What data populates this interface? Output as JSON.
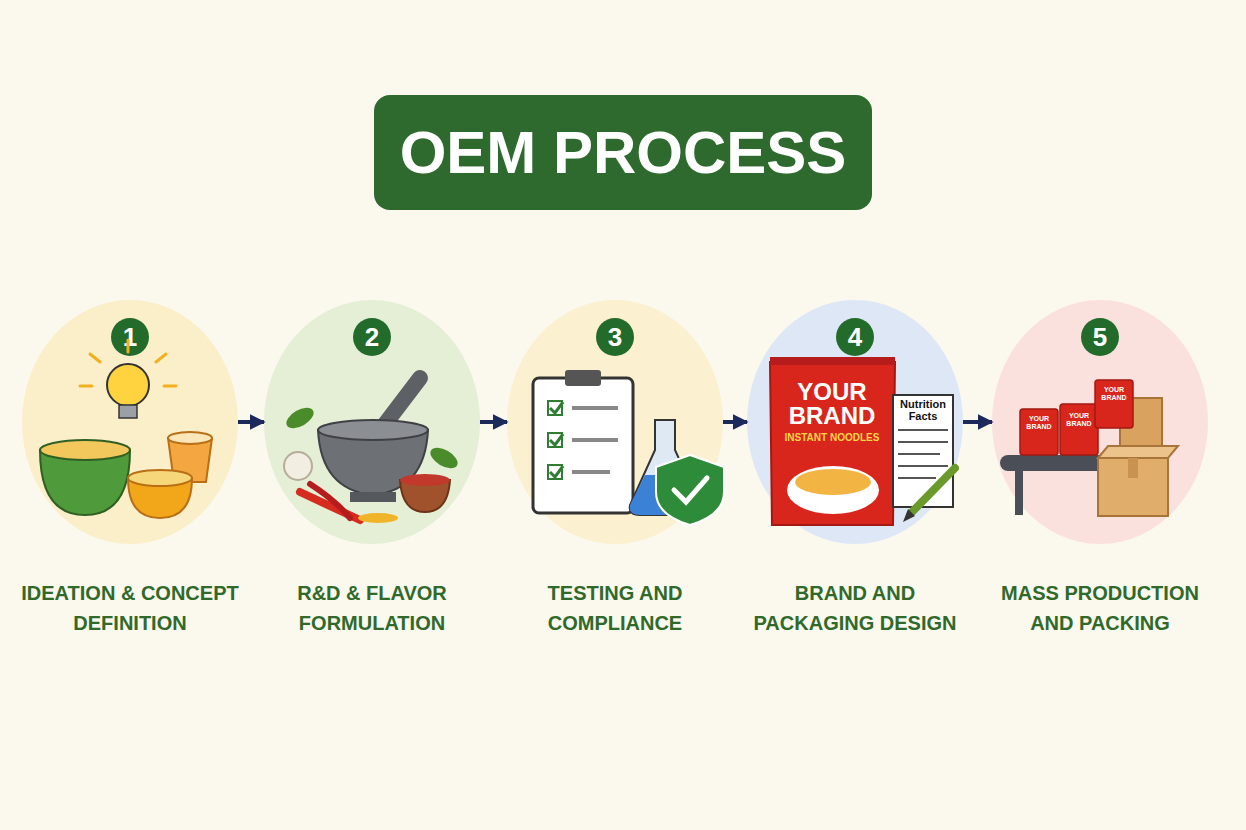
{
  "diagram": {
    "title": "OEM PROCESS",
    "nodes": [
      {
        "text": [
          "IDEATION & CONCEPT DEFINITION"
        ]
      },
      {
        "text": [
          "1"
        ],
        "in": 0
      },
      {
        "text": [
          "R&D & FLAVOR FORMULATION"
        ]
      },
      {
        "text": [
          "2"
        ],
        "in": 2
      },
      {
        "text": [
          "TESTING AND COMPLIANCE"
        ]
      },
      {
        "text": [
          "3"
        ],
        "in": 4
      },
      {
        "text": [
          "BRAND AND PACKAGING DESIGN"
        ]
      },
      {
        "text": [
          "4"
        ],
        "in": 6
      },
      {
        "text": [
          "MASS PRODUCTION AND PACKING"
        ]
      },
      {
        "text": [
          "5"
        ],
        "in": 8
      }
    ],
    "edges": [
      {
        "from": 0,
        "to": 2,
        "arrow": "to"
      },
      {
        "from": 2,
        "to": 4,
        "arrow": "to"
      },
      {
        "from": 4,
        "to": 6,
        "arrow": "to"
      },
      {
        "from": 6,
        "to": 8,
        "arrow": "to"
      }
    ],
    "labels": [
      "YOUR BRAND",
      "INSTANT NOODLES",
      "Nutrition Facts",
      "YOUR BRAND",
      "YOUR BRAND",
      "YOUR BRAND"
    ]
  }
}
